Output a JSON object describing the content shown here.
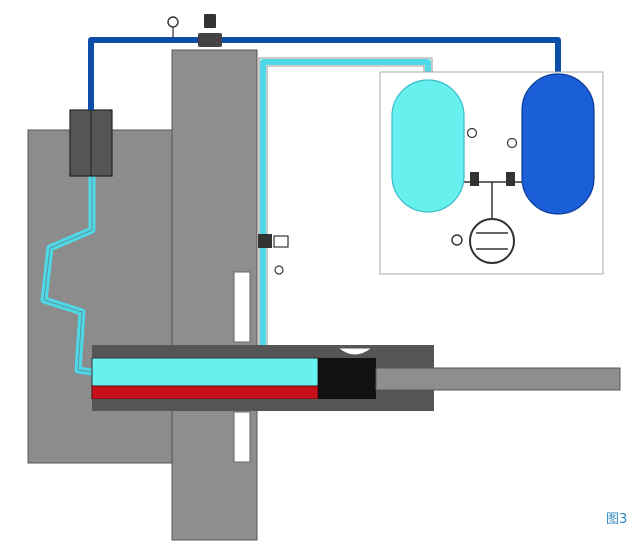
{
  "caption": "图3",
  "colors": {
    "mold": "#8c8c8c",
    "mold_dark": "#7a7a7a",
    "outline": "#444444",
    "vacuum_line": "#0d4ea8",
    "light_line": "#4fd9e8",
    "light_tank": "#66f0ee",
    "dark_tank": "#1a5fd8",
    "shot_sleeve_fill": "#66f0ee",
    "metal": "#c8101a",
    "plunger": "#111111",
    "valve": "#333333"
  },
  "components": {
    "mold": "mold-block",
    "shot_sleeve": "shot-sleeve",
    "plunger": "plunger",
    "light_tank": "tank-light",
    "dark_tank": "tank-dark",
    "pump": "vacuum-pump"
  }
}
